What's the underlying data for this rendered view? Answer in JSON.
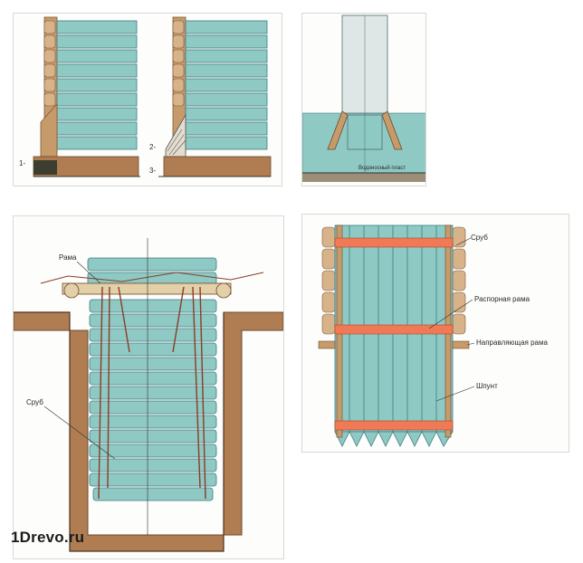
{
  "panel_a": {
    "label_1": "1-",
    "label_2": "2-",
    "label_3": "3-"
  },
  "panel_b": {
    "label": "Водоносный пласт"
  },
  "panel_c": {
    "label_frame": "Рама",
    "label_log": "Сруб"
  },
  "panel_d": {
    "label_log": "Сруб",
    "label_spacer": "Распорная рама",
    "label_guide": "Направляющая рама",
    "label_sheet": "Шпунт"
  },
  "watermark": "1Drevo.ru",
  "colors": {
    "log_fill": "#8ec9c4",
    "log_edge": "#3e7d82",
    "wood": "#c79a6a",
    "soil": "#b07c52",
    "frame_red": "#f07a55"
  }
}
